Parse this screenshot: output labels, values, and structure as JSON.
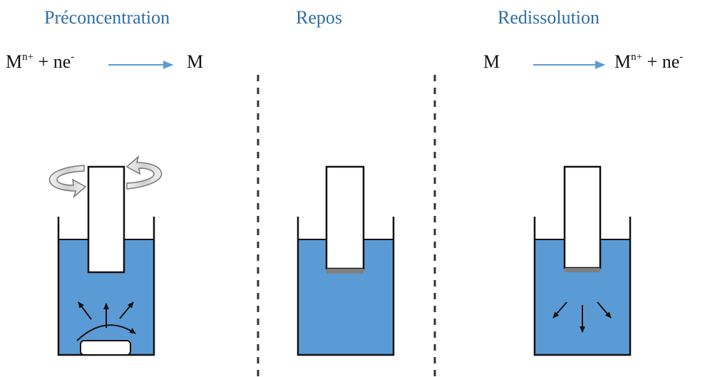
{
  "stages": [
    {
      "id": "preconcentration",
      "title": "Préconcentration"
    },
    {
      "id": "repos",
      "title": "Repos"
    },
    {
      "id": "redissolution",
      "title": "Redissolution"
    }
  ],
  "equations": {
    "reduction": {
      "left_base": "M",
      "left_sup": "n+",
      "left_tail": " + ne",
      "left_tail_sup": "-",
      "right": "M"
    },
    "oxidation": {
      "left": "M",
      "right_base": "M",
      "right_sup": "n+",
      "right_tail": " + ne",
      "right_tail_sup": "-"
    }
  },
  "colors": {
    "title": "#2e6ea6",
    "arrow": "#5b9bd5",
    "solution": "#5b9bd5",
    "solution_light": "#9cc3e6",
    "deposit": "#7f7f7f",
    "outline": "#111111"
  },
  "icons": [
    "rotation-arrows-icon",
    "stir-bar-icon",
    "diffusion-arrows-icon",
    "stripping-arrows-icon"
  ]
}
